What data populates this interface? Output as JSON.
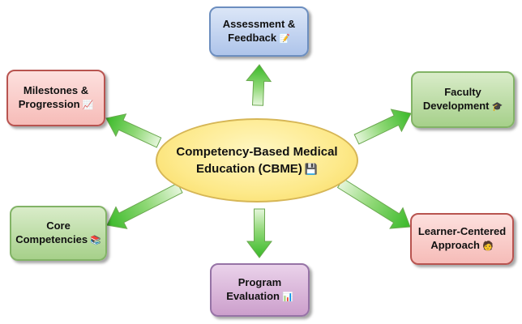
{
  "center": {
    "line1": "Competency-Based Medical",
    "line2": "Education (CBME)",
    "emoji": "💾"
  },
  "nodes": {
    "assessment": {
      "line1": "Assessment &",
      "line2": "Feedback",
      "emoji": "📝"
    },
    "faculty": {
      "line1": "Faculty",
      "line2": "Development",
      "emoji": "🎓"
    },
    "learner": {
      "line1": "Learner-Centered",
      "line2": "Approach",
      "emoji": "🧑"
    },
    "program": {
      "line1": "Program",
      "line2": "Evaluation",
      "emoji": "📊"
    },
    "core": {
      "line1": "Core",
      "line2": "Competencies",
      "emoji": "📚"
    },
    "milestones": {
      "line1": "Milestones &",
      "line2": "Progression",
      "emoji": "📈"
    }
  },
  "colors": {
    "arrow_fill_light": "#d6f0c8",
    "arrow_fill_dark": "#3dbf2a",
    "arrow_stroke": "#6aa84f"
  }
}
